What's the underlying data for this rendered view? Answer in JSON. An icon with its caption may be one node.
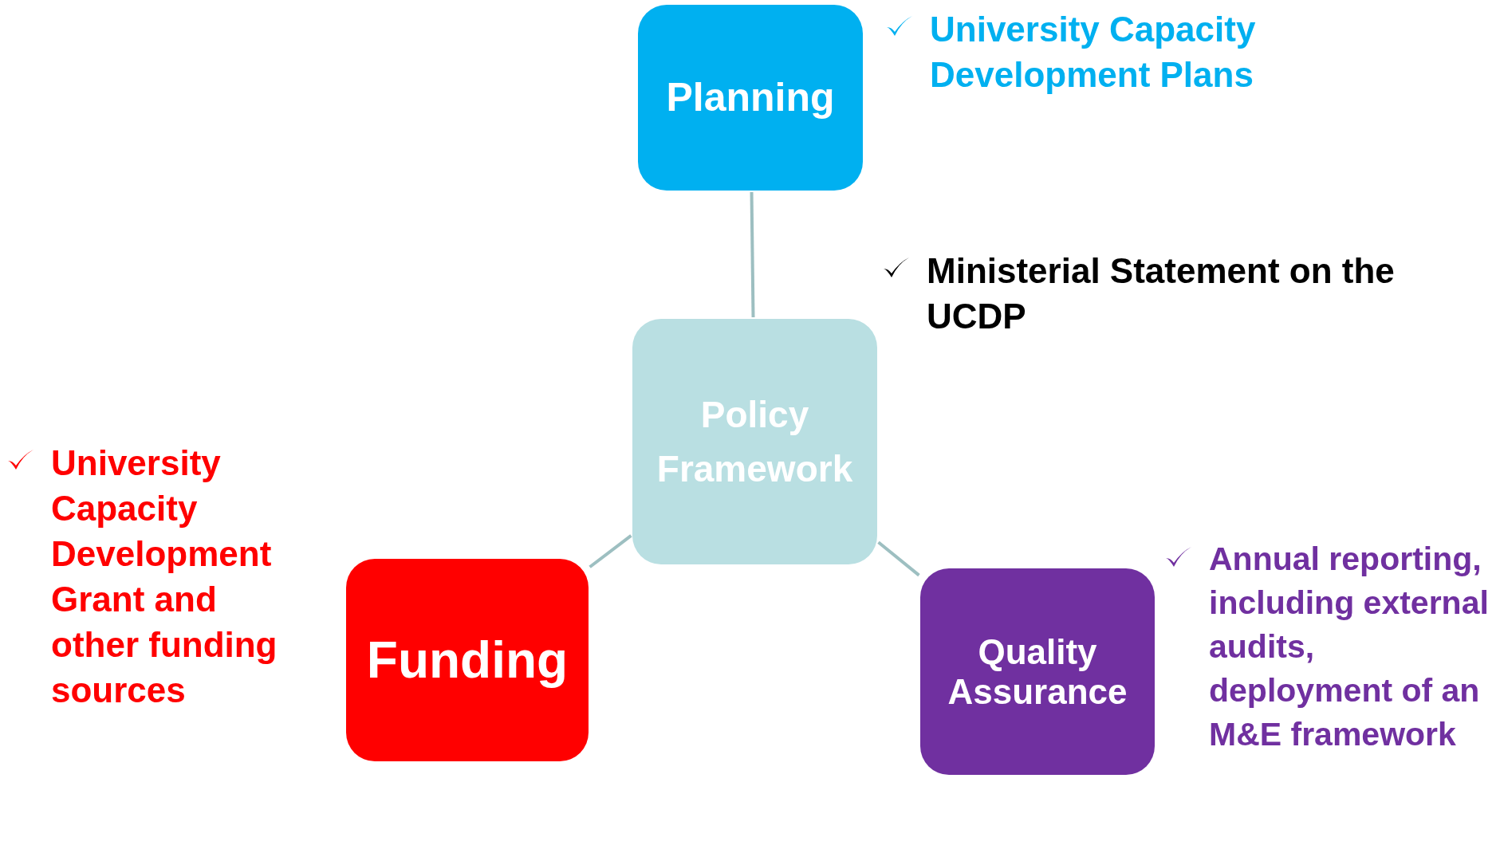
{
  "diagram": {
    "nodes": [
      {
        "text": [
          "Planning"
        ],
        "beside": [
          "University Capacity Development Plans"
        ]
      },
      {
        "text": [
          "Policy Framework"
        ],
        "beside": [
          "Ministerial Statement on the UCDP"
        ]
      },
      {
        "text": [
          "Funding"
        ],
        "beside": [
          "University Capacity Development Grant and other funding sources"
        ]
      },
      {
        "text": [
          "Quality Assurance"
        ],
        "beside": [
          "Annual reporting, including external audits, deployment of an M&E framework"
        ]
      }
    ],
    "edges": [
      {
        "from": 0,
        "to": 1,
        "arrow": "none"
      },
      {
        "from": 1,
        "to": 2,
        "arrow": "none"
      },
      {
        "from": 1,
        "to": 3,
        "arrow": "none"
      }
    ]
  }
}
